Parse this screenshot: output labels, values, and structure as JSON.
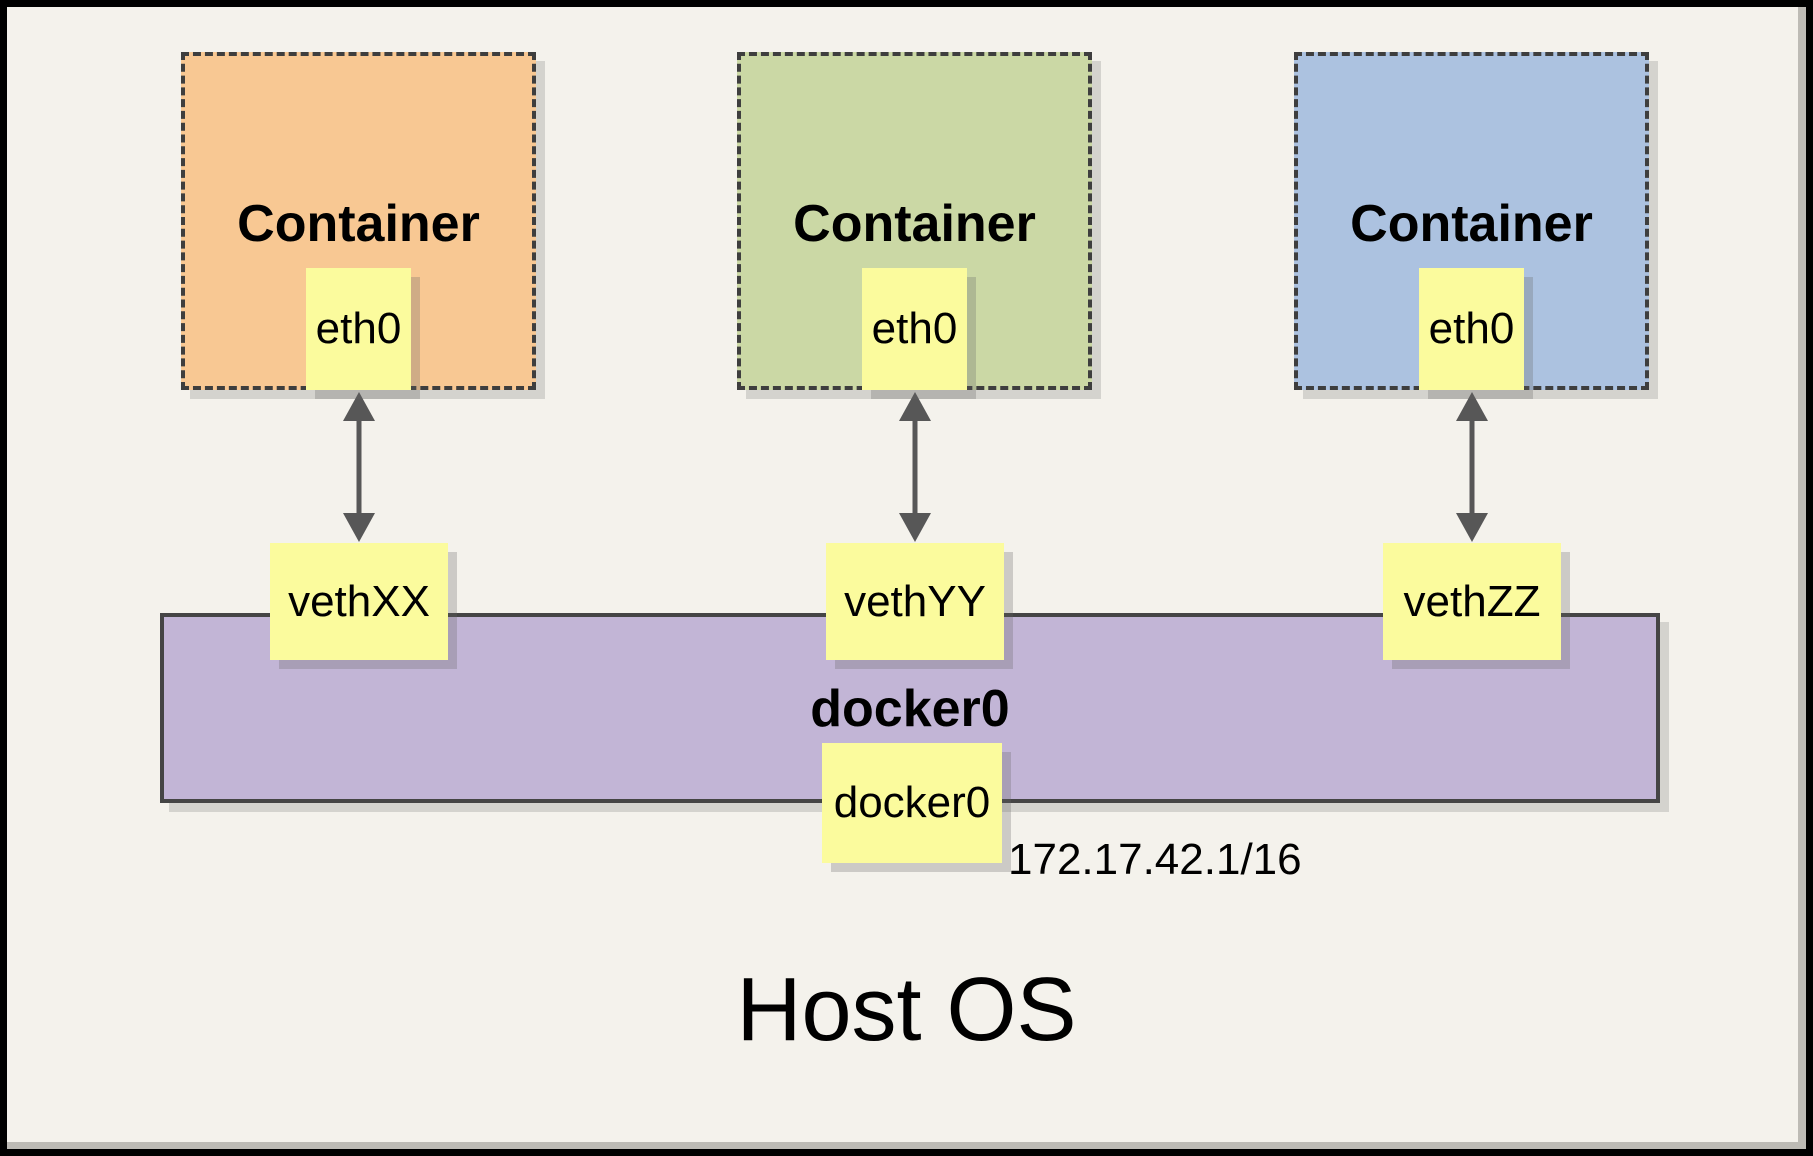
{
  "page": {
    "background": "#F4F2EC",
    "frame_border_color": "#000000",
    "shadow_color": "rgba(100,100,100,0.28)"
  },
  "host": {
    "label": "Host OS"
  },
  "bridge": {
    "name": "docker0",
    "interface_label": "docker0",
    "ip": "172.17.42.1/16",
    "fill": "#C2B5D6",
    "border_color": "#454545"
  },
  "note_fill": "#FBFB9D",
  "arrow_color": "#575757",
  "containers": [
    {
      "title": "Container",
      "interface": "eth0",
      "veth": "vethXX",
      "fill": "#F8C893"
    },
    {
      "title": "Container",
      "interface": "eth0",
      "veth": "vethYY",
      "fill": "#CBD8A5"
    },
    {
      "title": "Container",
      "interface": "eth0",
      "veth": "vethZZ",
      "fill": "#ACC2E0"
    }
  ]
}
